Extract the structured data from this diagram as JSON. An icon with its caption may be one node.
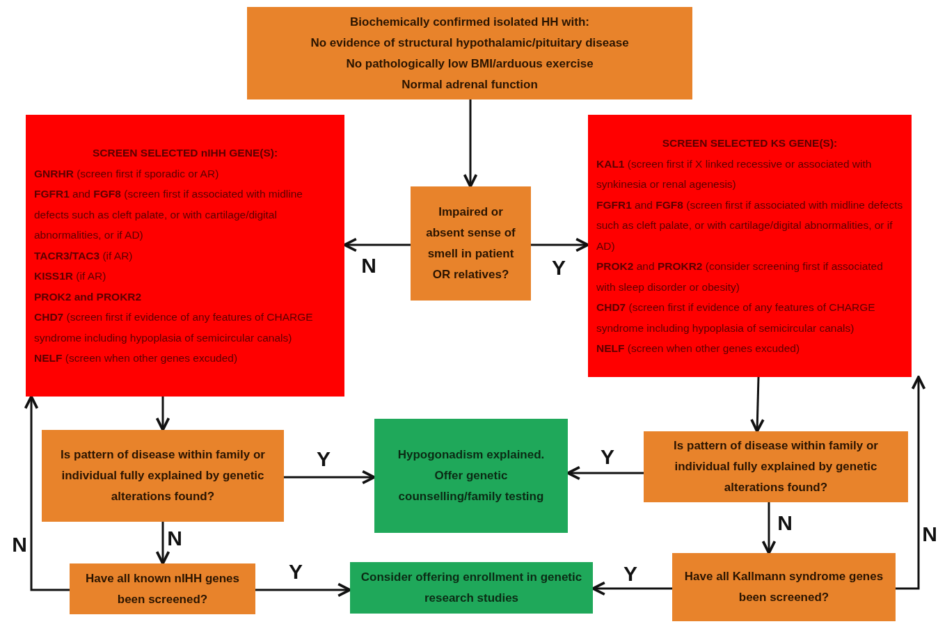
{
  "diagram": {
    "nodes": [
      {
        "text": [
          "Biochemically confirmed isolated HH with:",
          "No evidence of structural hypothalamic/pituitary disease",
          "No pathologically low BMI/arduous exercise",
          "Normal adrenal function"
        ]
      },
      {
        "text": [
          "SCREEN SELECTED nIHH GENE(S):",
          "**GNRHR** (screen first if sporadic or AR)",
          "**FGFR1** and **FGF8** (screen first if associated with midline defects such as cleft palate, or with cartilage/digital abnormalities, or if AD)",
          "**TACR3/TAC3** (if AR)",
          "**KISS1R** (if AR)",
          "**PROK2 and PROKR2**",
          "**CHD7** (screen first if evidence of any features of CHARGE syndrome including hypoplasia of semicircular canals)",
          "**NELF** (screen when other genes excuded)"
        ]
      },
      {
        "text": [
          "Impaired or absent sense of smell in patient OR relatives?"
        ]
      },
      {
        "text": [
          "SCREEN SELECTED KS GENE(S):",
          "**KAL1** (screen first if X linked recessive or associated with synkinesia or renal agenesis)",
          "**FGFR1** and **FGF8** (screen first if associated with midline defects such as cleft palate, or with cartilage/digital abnormalities, or if AD)",
          "**PROK2** and **PROKR2** (consider screening first if associated with sleep disorder or obesity)",
          "**CHD7** (screen first if evidence of any features of CHARGE syndrome including hypoplasia of semicircular canals)",
          "**NELF** (screen when other genes excuded)"
        ]
      },
      {
        "text": [
          "Is pattern of disease within family or individual fully explained by genetic alterations found?"
        ]
      },
      {
        "text": [
          "Hypogonadism explained.  Offer genetic counselling/family testing"
        ]
      },
      {
        "text": [
          "Is pattern of disease within family or individual fully explained by genetic alterations found?"
        ]
      },
      {
        "text": [
          "Have all known nIHH genes been screened?"
        ]
      },
      {
        "text": [
          "Consider offering enrollment in genetic research studies"
        ]
      },
      {
        "text": [
          "Have all Kallmann syndrome genes been screened?"
        ]
      }
    ],
    "edges": [
      {
        "from": 0,
        "to": 2,
        "arrow": "to"
      },
      {
        "from": 2,
        "to": 1,
        "arrow": "to",
        "label": "N"
      },
      {
        "from": 2,
        "to": 3,
        "arrow": "to",
        "label": "Y"
      },
      {
        "from": 1,
        "to": 4,
        "arrow": "to"
      },
      {
        "from": 4,
        "to": 5,
        "arrow": "to",
        "label": "Y"
      },
      {
        "from": 6,
        "to": 5,
        "arrow": "to",
        "label": "Y"
      },
      {
        "from": 3,
        "to": 6,
        "arrow": "to"
      },
      {
        "from": 4,
        "to": 7,
        "arrow": "to",
        "label": "N"
      },
      {
        "from": 7,
        "to": 8,
        "arrow": "to",
        "label": "Y"
      },
      {
        "from": 7,
        "to": 1,
        "arrow": "to",
        "label": "N"
      },
      {
        "from": 6,
        "to": 9,
        "arrow": "to",
        "label": "N"
      },
      {
        "from": 9,
        "to": 8,
        "arrow": "to",
        "label": "Y"
      },
      {
        "from": 9,
        "to": 3,
        "arrow": "to",
        "label": "N"
      }
    ]
  }
}
